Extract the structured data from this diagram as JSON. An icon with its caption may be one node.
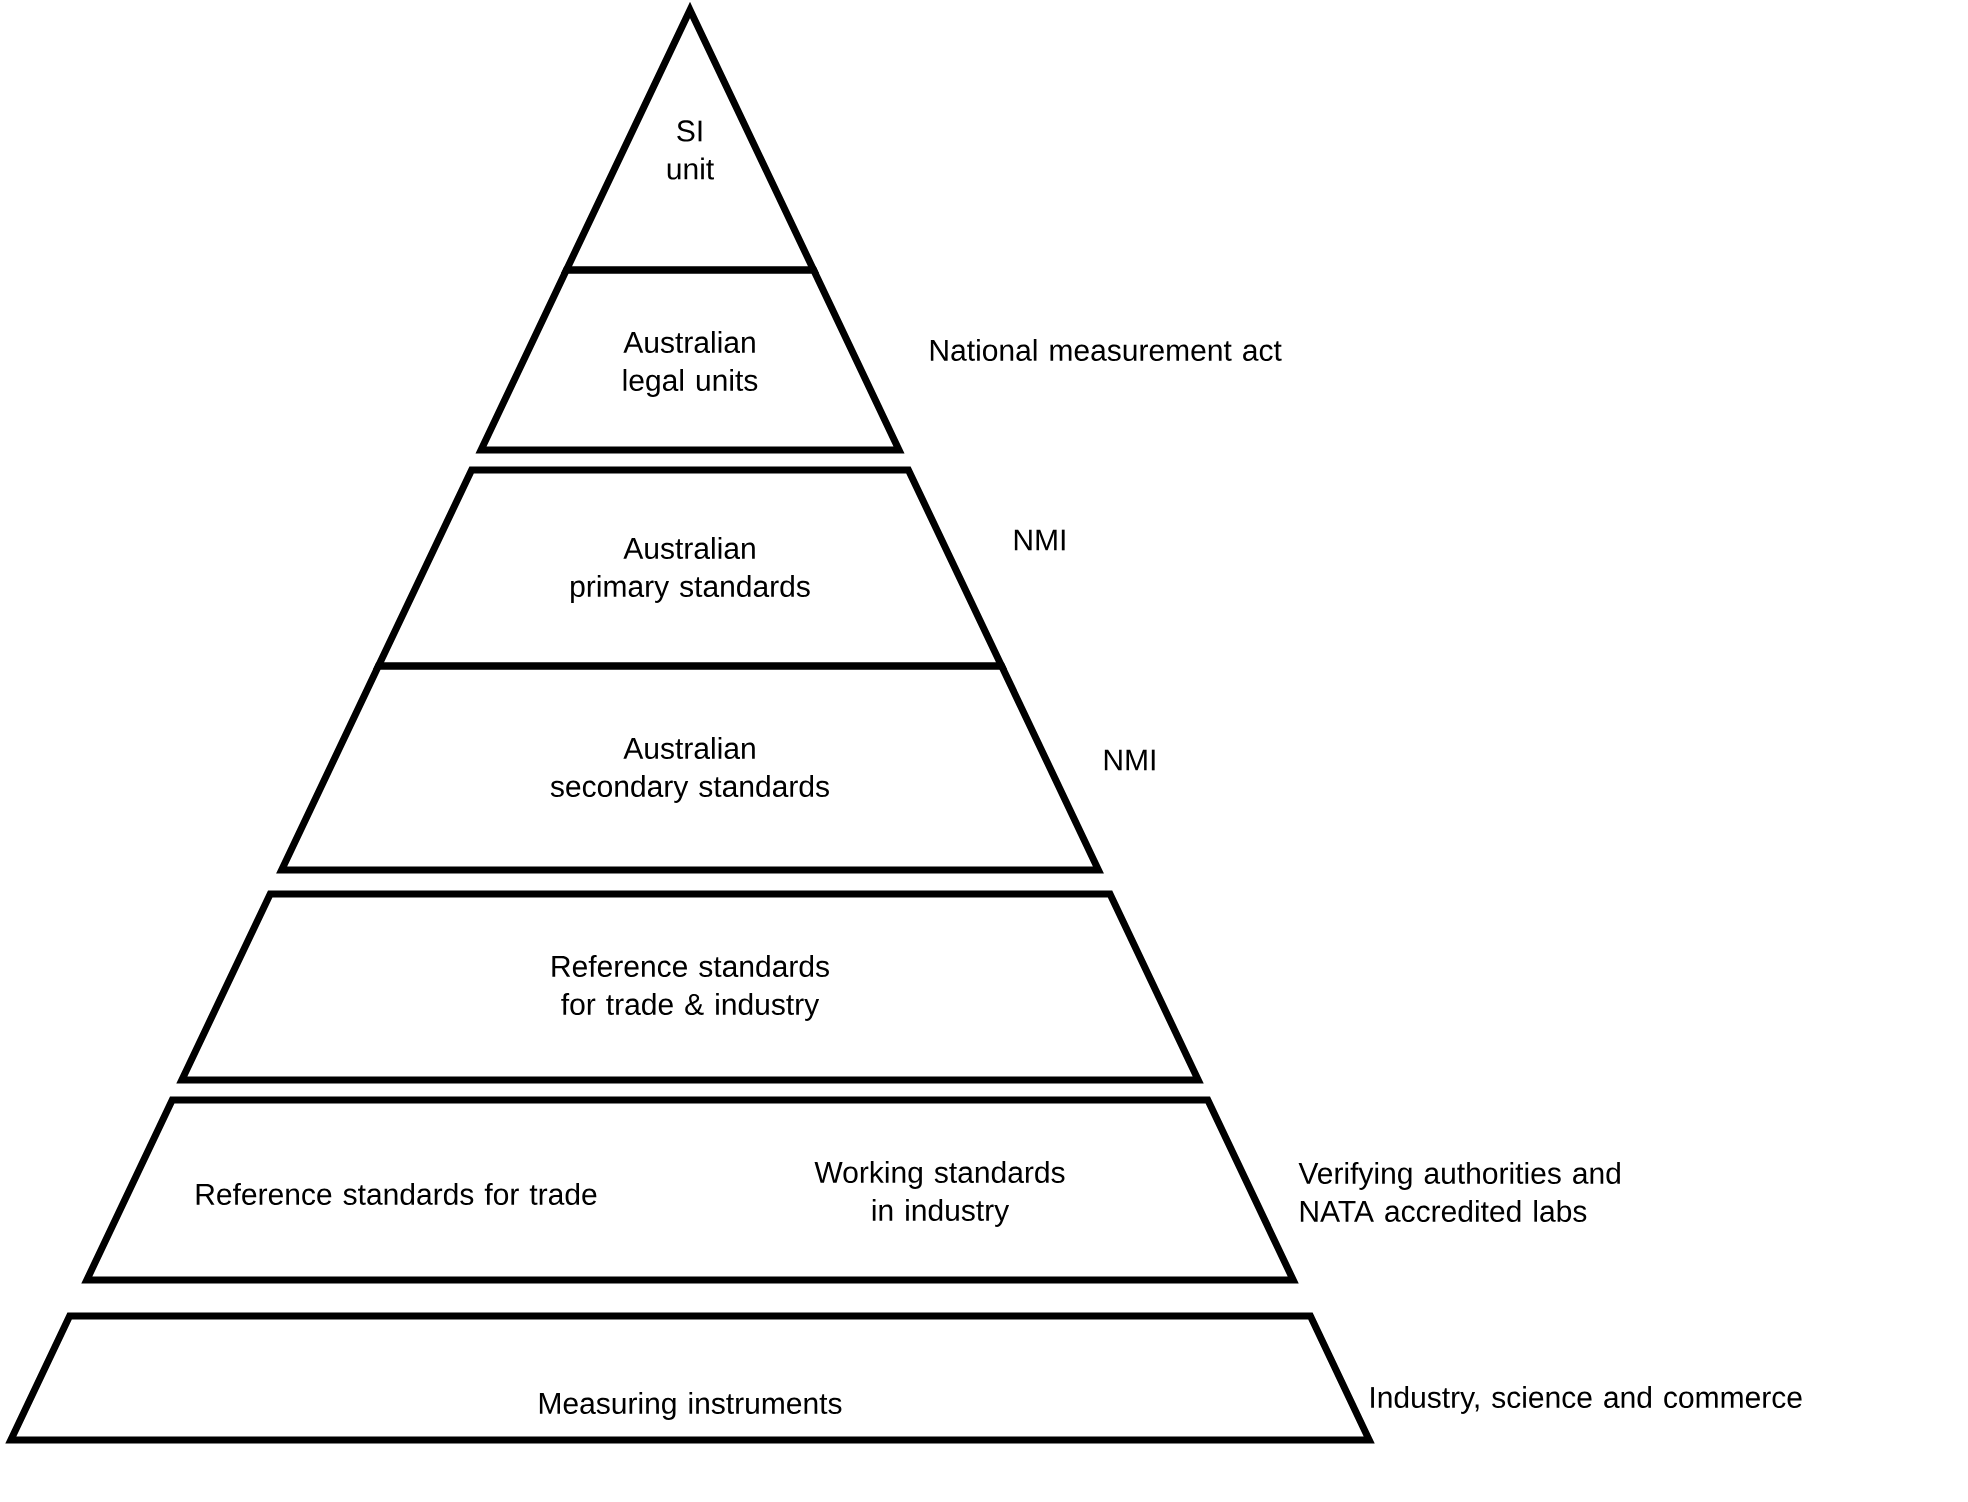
{
  "diagram": {
    "nodes": [
      {
        "text": [
          "SI unit"
        ]
      },
      {
        "text": [
          "Australian legal units"
        ],
        "beside": [
          "National measurement act"
        ]
      },
      {
        "text": [
          "Australian primary standards"
        ],
        "beside": [
          "NMI"
        ]
      },
      {
        "text": [
          "Australian secondary standards"
        ],
        "beside": [
          "NMI"
        ]
      },
      {
        "text": [
          "Reference standards for trade & industry"
        ]
      },
      {
        "text": [
          "Reference standards for trade",
          "Working standards in industry"
        ],
        "beside": [
          "Verifying authorities and NATA accredited labs"
        ]
      },
      {
        "text": [
          "Measuring instruments"
        ],
        "beside": [
          "Industry, science and commerce"
        ]
      }
    ]
  }
}
